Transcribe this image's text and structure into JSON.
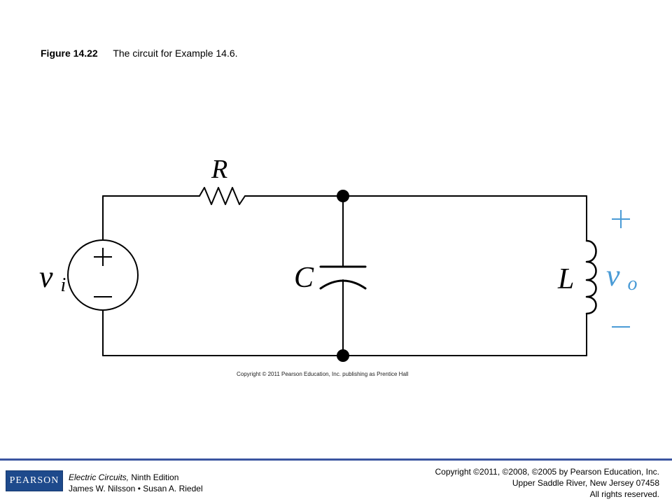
{
  "caption": {
    "figure_number": "Figure 14.22",
    "text": "The circuit for Example 14.6."
  },
  "circuit": {
    "source_label_main": "v",
    "source_label_sub": "i",
    "source_plus": "+",
    "source_minus": "–",
    "resistor_label": "R",
    "capacitor_label": "C",
    "inductor_label": "L",
    "output_label_main": "v",
    "output_label_sub": "o",
    "output_plus": "+",
    "output_minus": "–",
    "accent_color": "#4a9bd6",
    "copyright": "Copyright © 2011 Pearson Education, Inc. publishing as Prentice Hall"
  },
  "footer": {
    "logo_text": "PEARSON",
    "book_title": "Electric Circuits,",
    "book_edition": " Ninth Edition",
    "authors": "James W. Nilsson • Susan A. Riedel",
    "copyright_line1": "Copyright ©2011, ©2008, ©2005 by Pearson Education, Inc.",
    "copyright_line2": "Upper Saddle River, New Jersey 07458",
    "copyright_line3": "All rights reserved.",
    "rule_color": "#3b55a0",
    "logo_color": "#1e4a8c"
  }
}
